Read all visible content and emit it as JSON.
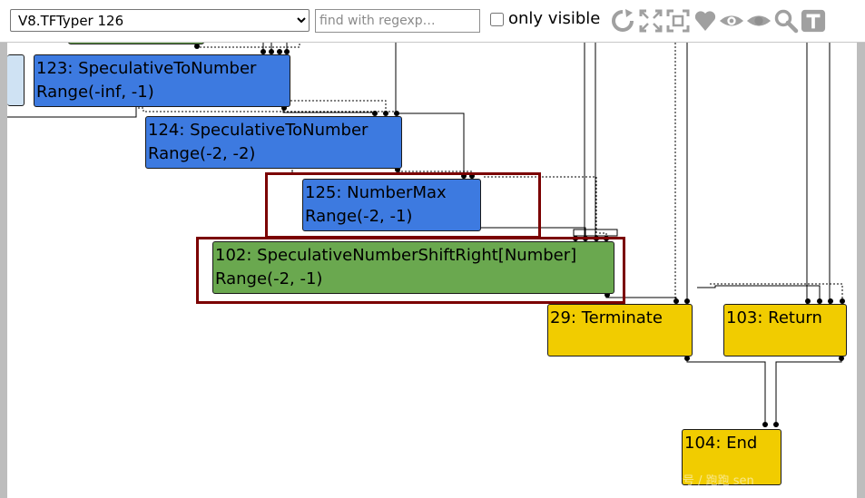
{
  "toolbar": {
    "phase_selected": "V8.TFTyper 126",
    "search_placeholder": "find with regexp…",
    "only_visible_label": "only visible",
    "only_visible_checked": false,
    "icons": [
      "relayout-icon",
      "show-all-icon",
      "toggle-hide-dead-icon",
      "show-selected-icon",
      "show-all-eye-icon",
      "hide-unselected-eye-icon",
      "zoom-selection-icon",
      "toggle-types-icon"
    ]
  },
  "graph": {
    "nodes": [
      {
        "id": "123",
        "title": "123: SpeculativeToNumber",
        "subtitle": "Range(-inf, -1)",
        "color": "#3d7ae0"
      },
      {
        "id": "124",
        "title": "124: SpeculativeToNumber",
        "subtitle": "Range(-2, -2)",
        "color": "#3d7ae0"
      },
      {
        "id": "125",
        "title": "125: NumberMax",
        "subtitle": "Range(-2, -1)",
        "color": "#3d7ae0",
        "selected": true
      },
      {
        "id": "102",
        "title": "102: SpeculativeNumberShiftRight[Number]",
        "subtitle": "Range(-2, -1)",
        "color": "#6aa84f",
        "selected": true
      },
      {
        "id": "29",
        "title": "29: Terminate",
        "color": "#f1cc00"
      },
      {
        "id": "103",
        "title": "103: Return",
        "color": "#f1cc00"
      },
      {
        "id": "104",
        "title": "104: End",
        "color": "#f1cc00"
      }
    ]
  },
  "watermark": "公众号 / 跑跑 sen"
}
